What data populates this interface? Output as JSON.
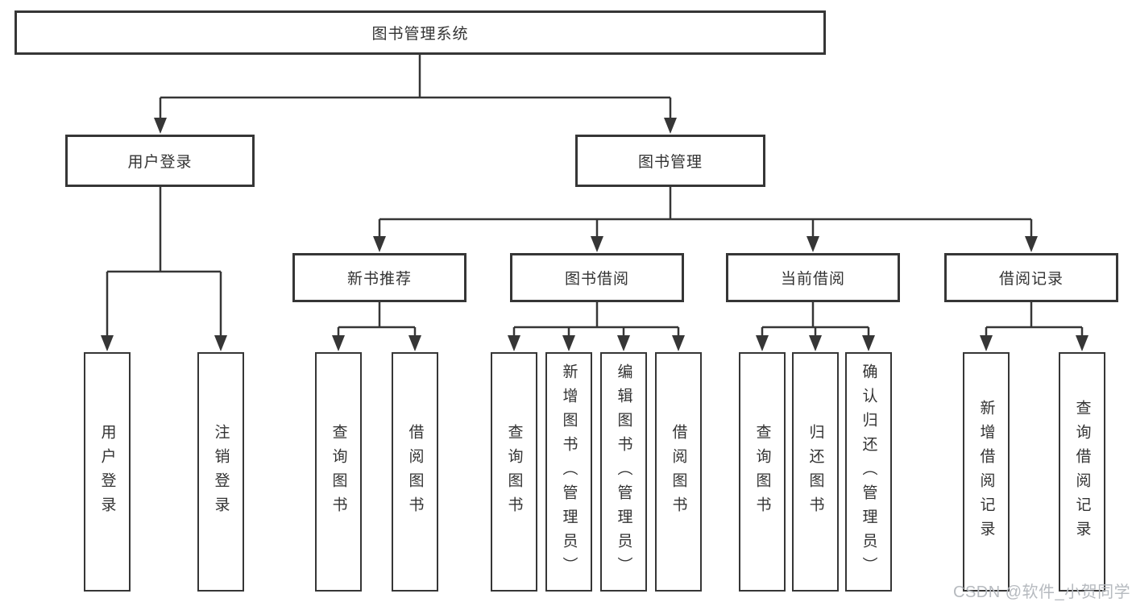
{
  "diagram": {
    "root": "图书管理系统",
    "level2": {
      "login": "用户登录",
      "manage": "图书管理"
    },
    "level3": {
      "recommend": "新书推荐",
      "borrow": "图书借阅",
      "current": "当前借阅",
      "records": "借阅记录"
    },
    "leaves": {
      "login": [
        "用户登录",
        "注销登录"
      ],
      "recommend": [
        "查询图书",
        "借阅图书"
      ],
      "borrow": [
        "查询图书",
        "新增图书（管理员）",
        "编辑图书（管理员）",
        "借阅图书"
      ],
      "current": [
        "查询图书",
        "归还图书",
        "确认归还（管理员）"
      ],
      "records": [
        "新增借阅记录",
        "查询借阅记录"
      ]
    }
  },
  "watermark": "CSDN @软件_小贺同学",
  "colors": {
    "line": "#363636",
    "text": "#333333",
    "box_background": "#ffffff",
    "watermark": "#b6babf"
  }
}
